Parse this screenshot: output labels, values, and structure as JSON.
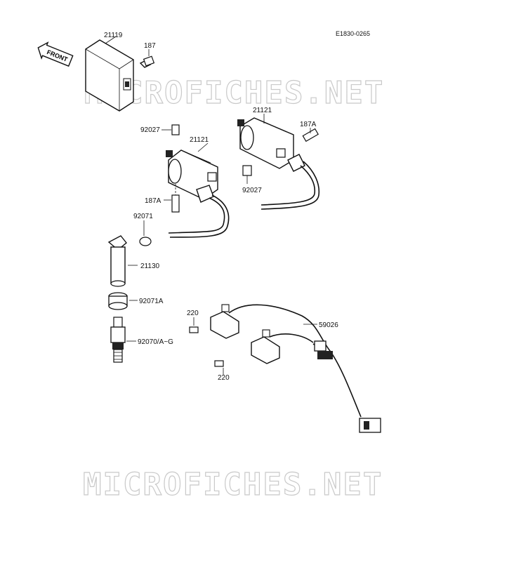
{
  "diagram": {
    "code": "E1830-0265",
    "front_label": "FRONT",
    "watermarks": [
      "MICROFICHES.NET",
      "MICROFICHES.NET"
    ],
    "parts": [
      {
        "id": "p21119",
        "number": "21119"
      },
      {
        "id": "p187",
        "number": "187"
      },
      {
        "id": "p92027a",
        "number": "92027"
      },
      {
        "id": "p21121a",
        "number": "21121"
      },
      {
        "id": "p21121b",
        "number": "21121"
      },
      {
        "id": "p187a1",
        "number": "187A"
      },
      {
        "id": "p187a2",
        "number": "187A"
      },
      {
        "id": "p92027b",
        "number": "92027"
      },
      {
        "id": "p92071",
        "number": "92071"
      },
      {
        "id": "p21130",
        "number": "21130"
      },
      {
        "id": "p92071a",
        "number": "92071A"
      },
      {
        "id": "p92070",
        "number": "92070/A~G"
      },
      {
        "id": "p220a",
        "number": "220"
      },
      {
        "id": "p59026",
        "number": "59026"
      },
      {
        "id": "p220b",
        "number": "220"
      }
    ]
  }
}
